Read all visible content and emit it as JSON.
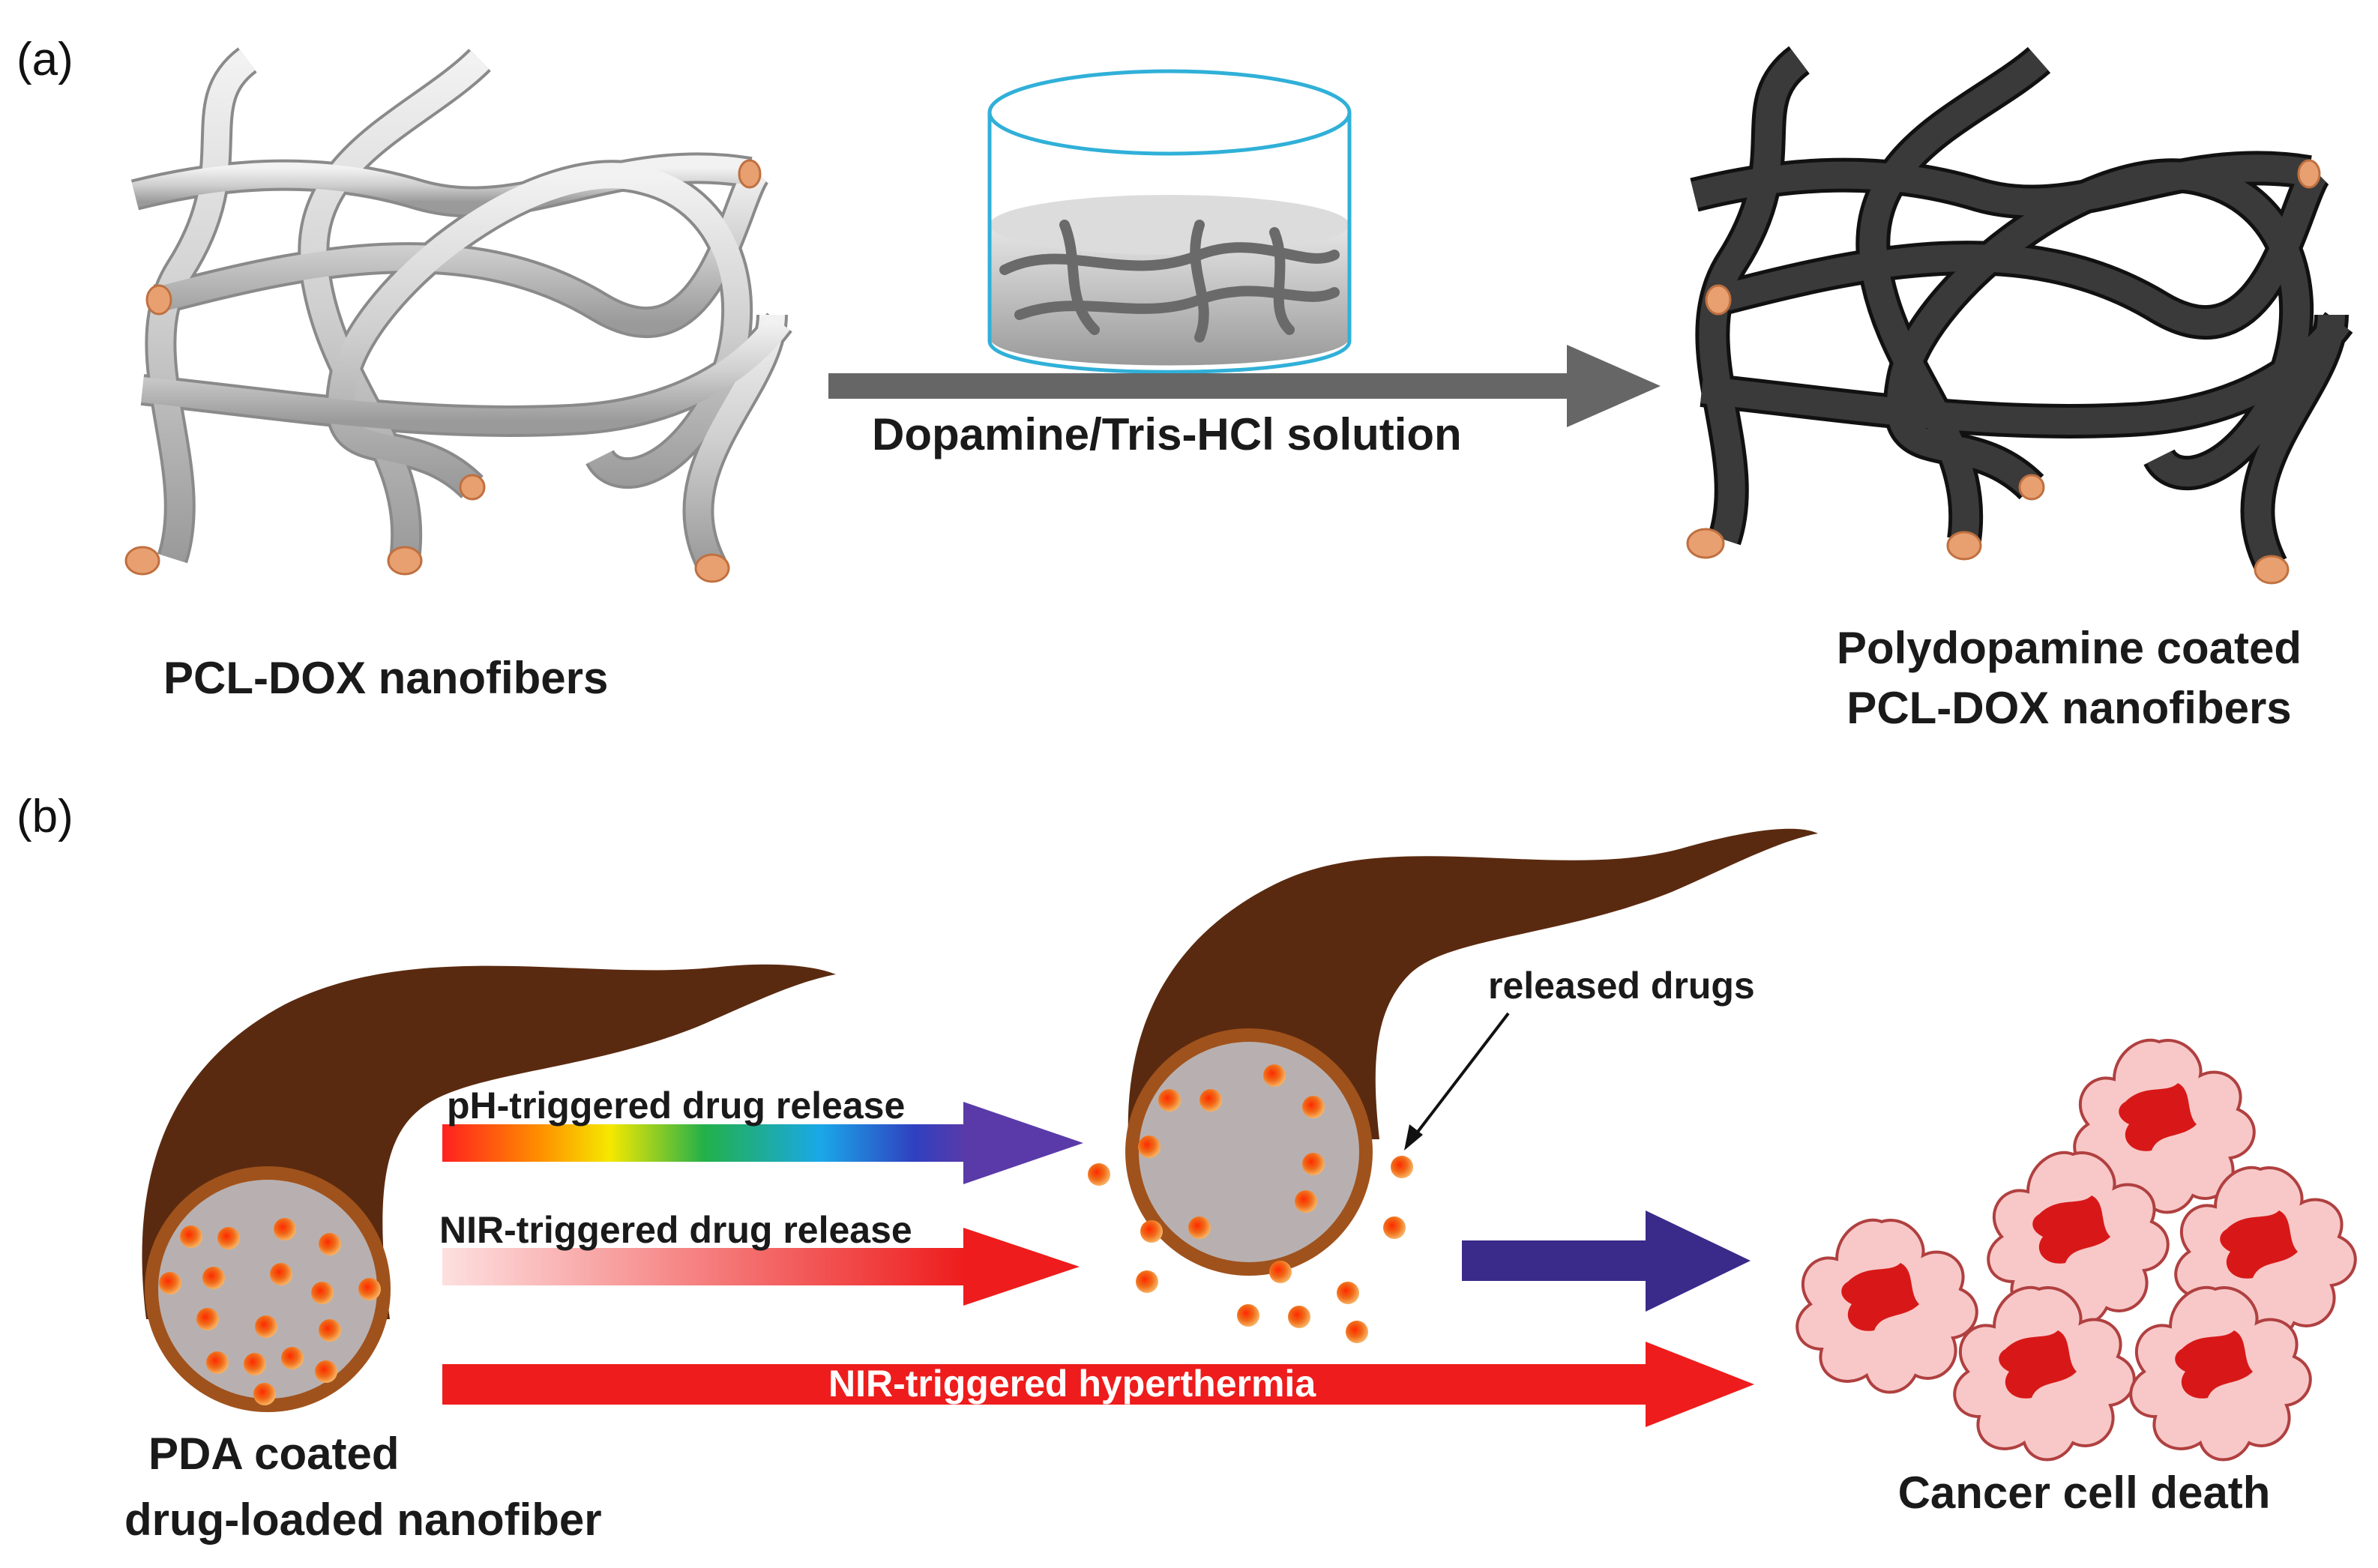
{
  "panel_a": {
    "label": "(a)",
    "left_caption": "PCL-DOX nanofibers",
    "arrow_label": "Dopamine/Tris-HCl solution",
    "right_caption_line1": "Polydopamine coated",
    "right_caption_line2": "PCL-DOX nanofibers"
  },
  "panel_b": {
    "label": "(b)",
    "fiber_caption_line1": "PDA coated",
    "fiber_caption_line2": "drug-loaded nanofiber",
    "ph_release": "pH-triggered drug release",
    "nir_release": "NIR-triggered drug release",
    "hyperthermia": "NIR-triggered hyperthermia",
    "released_drugs": "released drugs",
    "outcome": "Cancer cell death"
  },
  "colors": {
    "pristine_fiber": "#cfcfcf",
    "coated_fiber": "#3a3a3a",
    "fiber_core": "#e8a070",
    "pda_brown": "#5a2a10",
    "drug_orange": "#f06a18",
    "cell_pink": "#f8c8c8",
    "cell_nucleus": "#d81818",
    "process_arrow": "#666666",
    "hyperthermia_red": "#ee1c1c",
    "final_arrow_purple": "#3a2a8a"
  },
  "icons": [
    "beaker-icon",
    "fiber-network-icon",
    "coated-fiber-network-icon",
    "cancer-cell-icon"
  ]
}
